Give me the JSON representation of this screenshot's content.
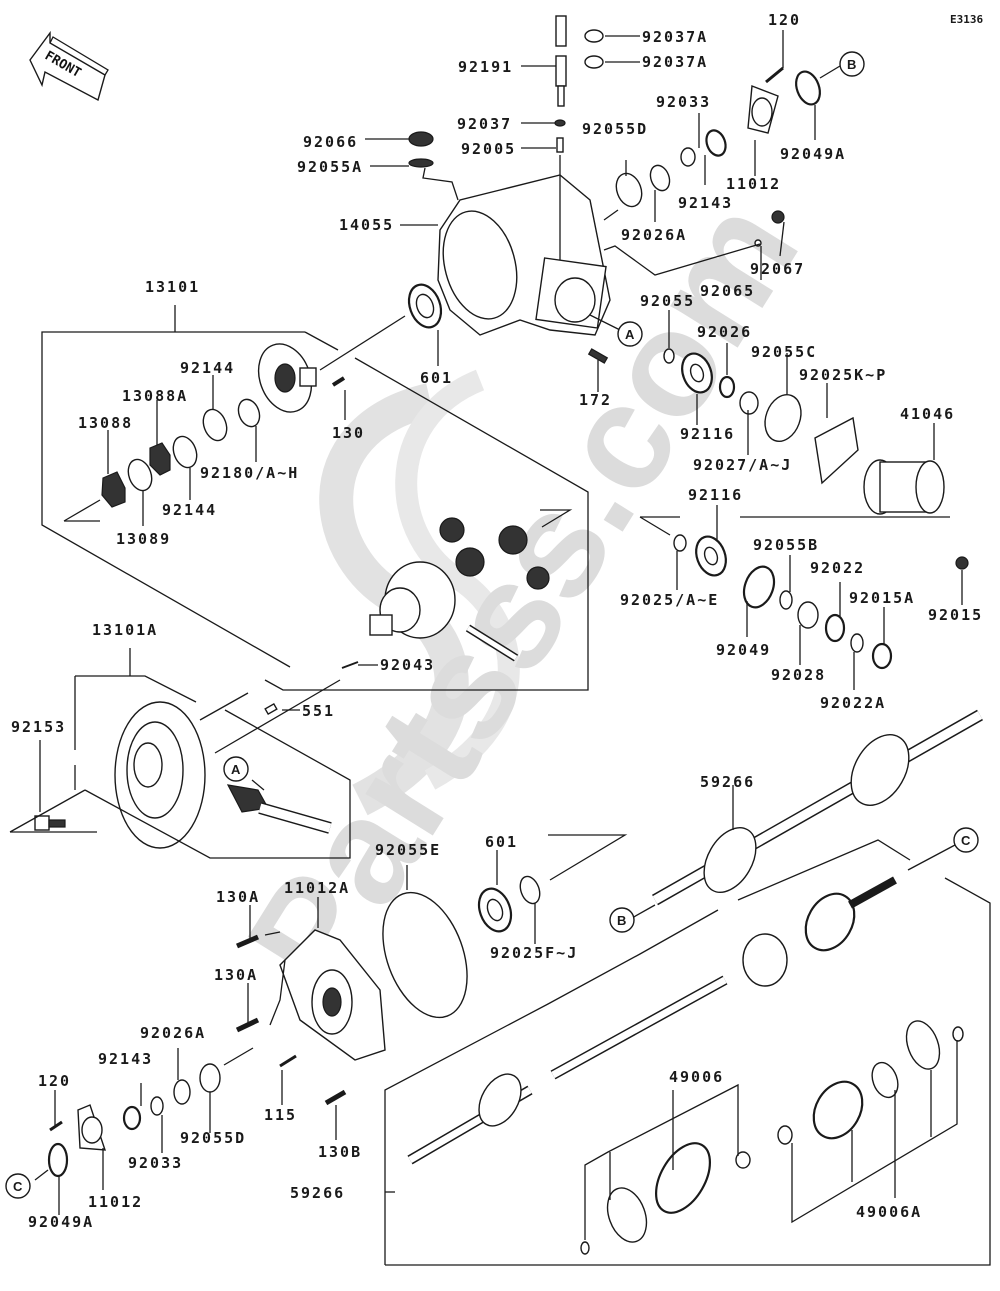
{
  "diagram": {
    "code": "E3136",
    "front_label": "FRONT",
    "watermark": "Partsss.com",
    "watermark_color": "#dcdcdc",
    "reference_markers": [
      "A",
      "B",
      "C"
    ],
    "groups": {
      "g13101": "13101",
      "g13101A": "13101A",
      "g59266": "59266",
      "g49006": "49006",
      "g49006A": "49006A"
    },
    "labels": {
      "p92191": "92191",
      "p92037A_1": "92037A",
      "p92037A_2": "92037A",
      "p120_top": "120",
      "pB_top": "B",
      "p92033_top": "92033",
      "p92066": "92066",
      "p92037": "92037",
      "p92055D_top": "92055D",
      "p92005": "92005",
      "p92055A": "92055A",
      "p92049A_top": "92049A",
      "p11012_top": "11012",
      "p92143_top": "92143",
      "p92026A_top": "92026A",
      "p14055": "14055",
      "p92067": "92067",
      "p92065": "92065",
      "p601_top": "601",
      "p92055": "92055",
      "pA_housing": "A",
      "p92026": "92026",
      "p92144_1": "92144",
      "p130": "130",
      "p172": "172",
      "p92055C": "92055C",
      "p92025KP": "92025K~P",
      "p13088A": "13088A",
      "p13088": "13088",
      "p92180": "92180/A~H",
      "p92116_1": "92116",
      "p41046": "41046",
      "p92027": "92027/A~J",
      "p92144_2": "92144",
      "p13089": "13089",
      "p92116_2": "92116",
      "p92055B": "92055B",
      "p92022": "92022",
      "p92015A": "92015A",
      "p92015": "92015",
      "p92025AE": "92025/A~E",
      "p92049": "92049",
      "p92028": "92028",
      "p92043": "92043",
      "p92022A": "92022A",
      "p551": "551",
      "p92153": "92153",
      "pA_gear": "A",
      "p59266_shaft": "59266",
      "p92055E": "92055E",
      "p601_bot": "601",
      "pC_mid": "C",
      "p130A_1": "130A",
      "p11012A": "11012A",
      "pB_shaft": "B",
      "p92025FJ": "92025F~J",
      "p130A_2": "130A",
      "p92026A_bot": "92026A",
      "p92143_bot": "92143",
      "p120_bot": "120",
      "p115": "115",
      "p92055D_bot": "92055D",
      "p92033_bot": "92033",
      "p130B": "130B",
      "pC_bot": "C",
      "p11012_bot": "11012",
      "p92049A_bot": "92049A"
    }
  }
}
